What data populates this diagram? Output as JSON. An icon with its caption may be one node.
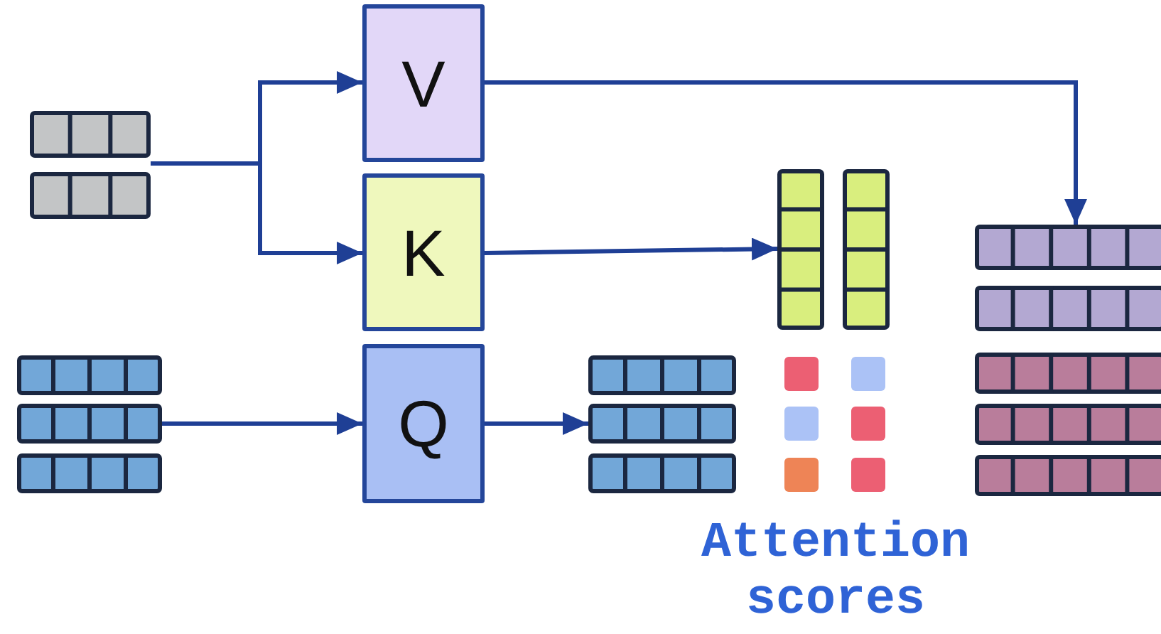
{
  "diagram": {
    "nodes": [
      {
        "text": [],
        "shape": "bar"
      },
      {
        "text": [
          "V"
        ]
      },
      {
        "text": [
          "K"
        ]
      },
      {
        "text": [],
        "shape": "bar"
      },
      {
        "text": [
          "Q"
        ]
      },
      {
        "text": [],
        "shape": "bar"
      },
      {
        "text": [],
        "shape": "bar"
      },
      {
        "text": [],
        "shape": "bar"
      },
      {
        "text": [],
        "shape": "bar"
      }
    ],
    "edges": [
      {
        "from": 0,
        "to": 1,
        "arrow": "to"
      },
      {
        "from": 0,
        "to": 2,
        "arrow": "to"
      },
      {
        "from": 3,
        "to": 4,
        "arrow": "to"
      },
      {
        "from": 4,
        "to": 6,
        "arrow": "to"
      },
      {
        "from": 2,
        "to": 5,
        "arrow": "to"
      },
      {
        "from": 1,
        "to": 7,
        "arrow": "to"
      }
    ],
    "labels": [
      "Attention scores"
    ]
  }
}
